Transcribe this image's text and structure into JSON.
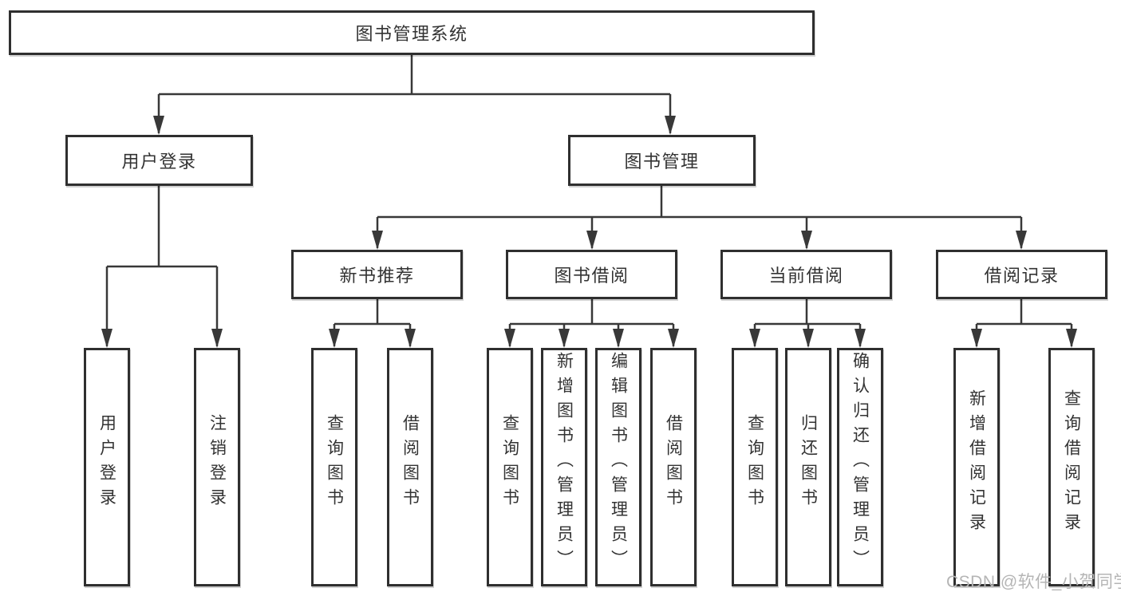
{
  "diagram_type": "tree-structure-chart",
  "tree": {
    "root": {
      "label": "图书管理系统",
      "children": [
        {
          "label": "用户登录",
          "children": [
            {
              "label": "用户登录"
            },
            {
              "label": "注销登录"
            }
          ]
        },
        {
          "label": "图书管理",
          "children": [
            {
              "label": "新书推荐",
              "children": [
                {
                  "label": "查询图书"
                },
                {
                  "label": "借阅图书"
                }
              ]
            },
            {
              "label": "图书借阅",
              "children": [
                {
                  "label": "查询图书"
                },
                {
                  "label": "新增图书（管理员）"
                },
                {
                  "label": "编辑图书（管理员）"
                },
                {
                  "label": "借阅图书"
                }
              ]
            },
            {
              "label": "当前借阅",
              "children": [
                {
                  "label": "查询图书"
                },
                {
                  "label": "归还图书"
                },
                {
                  "label": "确认归还（管理员）"
                }
              ]
            },
            {
              "label": "借阅记录",
              "children": [
                {
                  "label": "新增借阅记录"
                },
                {
                  "label": "查询借阅记录"
                }
              ]
            }
          ]
        }
      ]
    }
  },
  "watermark": {
    "text": "CSDN @软件_小贺同学"
  },
  "colors": {
    "line": "#383838",
    "border": "#2f2f2f",
    "text": "#333333",
    "watermark": "#b5b5b5",
    "background": "#ffffff"
  }
}
